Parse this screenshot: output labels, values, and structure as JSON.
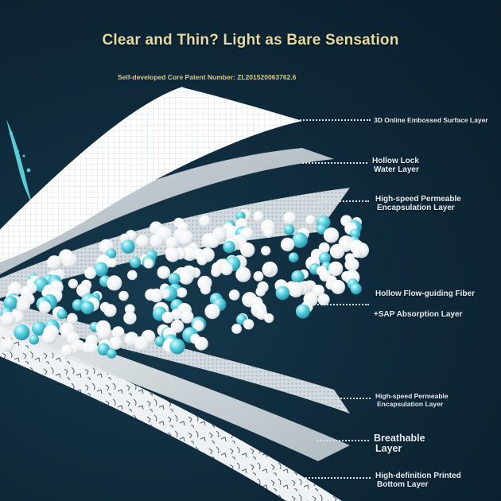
{
  "header": {
    "title": "Clear and Thin? Light as Bare Sensation",
    "patent": "Self-developed Core Patent Number: ZL201520063762.6"
  },
  "layers": [
    {
      "line1": "3D Online Embossed Surface Layer",
      "line2": ""
    },
    {
      "line1": "Hollow Lock",
      "line2": "Water Layer"
    },
    {
      "line1": "High-speed Permeable",
      "line2": "Encapsulation Layer"
    },
    {
      "line1": "Hollow Flow-guiding Fiber",
      "line2": ""
    },
    {
      "line1": "+SAP Absorption Layer",
      "line2": ""
    },
    {
      "line1": "High-speed Permeable",
      "line2": "Encapsulation Layer"
    },
    {
      "line1": "Breathable",
      "line2": "Layer"
    },
    {
      "line1": "High-definition Printed",
      "line2": "Bottom Layer"
    }
  ],
  "colors": {
    "background": "#0f2a3b",
    "title": "#e8d9a0",
    "label": "#e6eef3",
    "bead_white": "#f4f6f7",
    "bead_cyan": "#3cc4d6"
  }
}
